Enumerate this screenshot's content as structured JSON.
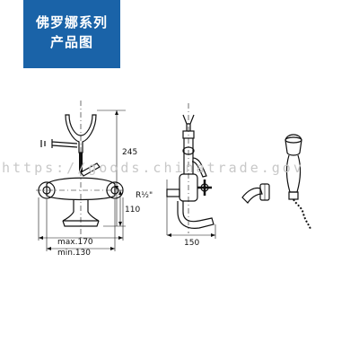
{
  "header": {
    "line1": "佛罗娜系列",
    "line2": "产品图"
  },
  "watermark": "https://goods.chinatrade.gov",
  "dimensions": {
    "height_total": "245",
    "height_outlet": "110",
    "thread": "R½\"",
    "spout_length": "150",
    "width_max": "max.170",
    "width_min": "min.130"
  },
  "colors": {
    "header_bg": "#1a63a8",
    "line": "#111111"
  }
}
